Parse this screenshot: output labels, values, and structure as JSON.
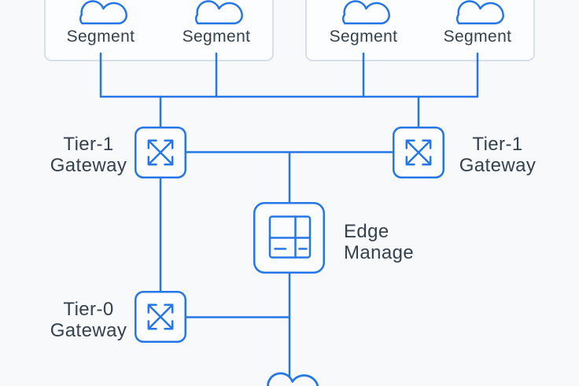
{
  "colors": {
    "background": "#f8f9fa",
    "accent_blue": "#2576e6",
    "text": "#34414e",
    "frame_border": "#cdd6e2",
    "node_fill": "#fbfcfd"
  },
  "diagram": {
    "segment_groups": [
      {
        "position": "left",
        "segments": [
          {
            "label": "Segment"
          },
          {
            "label": "Segment"
          }
        ]
      },
      {
        "position": "right",
        "segments": [
          {
            "label": "Segment"
          },
          {
            "label": "Segment"
          }
        ]
      }
    ],
    "nodes": {
      "tier1_left": {
        "line1": "Tier-1",
        "line2": "Gateway",
        "icon": "crossed-arrows-icon"
      },
      "tier1_right": {
        "line1": "Tier-1",
        "line2": "Gateway",
        "icon": "crossed-arrows-icon"
      },
      "tier0": {
        "line1": "Tier-0",
        "line2": "Gateway",
        "icon": "crossed-arrows-icon"
      },
      "edge": {
        "line1": "Edge",
        "line2": "Manage",
        "icon": "edge-node-icon"
      },
      "external": {
        "icon": "cloud-icon"
      }
    }
  }
}
